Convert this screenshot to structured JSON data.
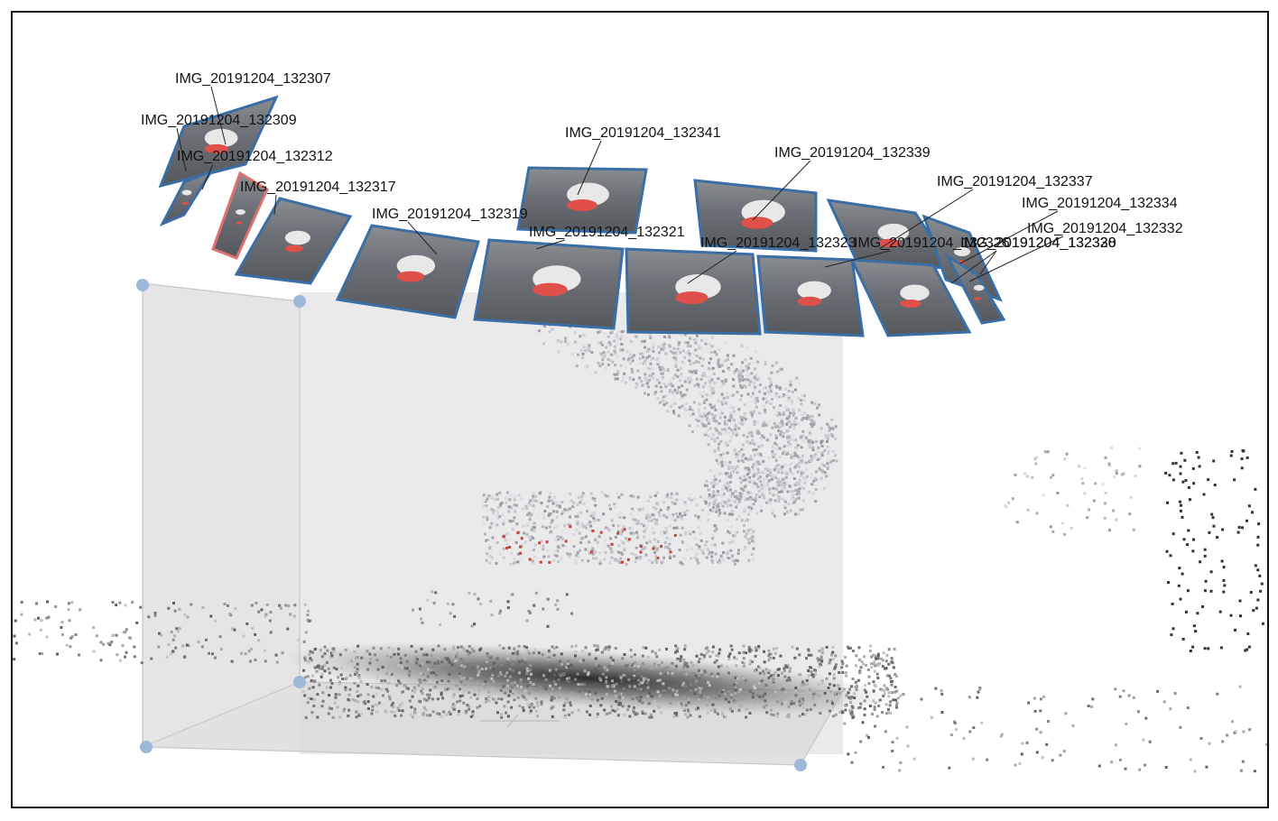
{
  "viewer": {
    "background_color": "#ffffff",
    "frame_color": "#111111",
    "bounding_box_color": "#cfcfcf",
    "handle_color": "#8fb1d8",
    "camera_border_color": "#3b6ea5",
    "selected_camera_border_color": "#e07070",
    "seat_color": "#e0504a"
  },
  "cameras": [
    {
      "label": "IMG_20191204_132307"
    },
    {
      "label": "IMG_20191204_132309"
    },
    {
      "label": "IMG_20191204_132312"
    },
    {
      "label": "IMG_20191204_132317"
    },
    {
      "label": "IMG_20191204_132319"
    },
    {
      "label": "IMG_20191204_132341"
    },
    {
      "label": "IMG_20191204_132339"
    },
    {
      "label": "IMG_20191204_132337"
    },
    {
      "label": "IMG_20191204_132334"
    },
    {
      "label": "IMG_20191204_132332"
    },
    {
      "label": "IMG_20191204_132330"
    },
    {
      "label": "IMG_20191204_132321"
    },
    {
      "label": "IMG_20191204_132323"
    },
    {
      "label": "IMG_20191204_132326"
    },
    {
      "label": "IMG_20191204_132328"
    }
  ]
}
